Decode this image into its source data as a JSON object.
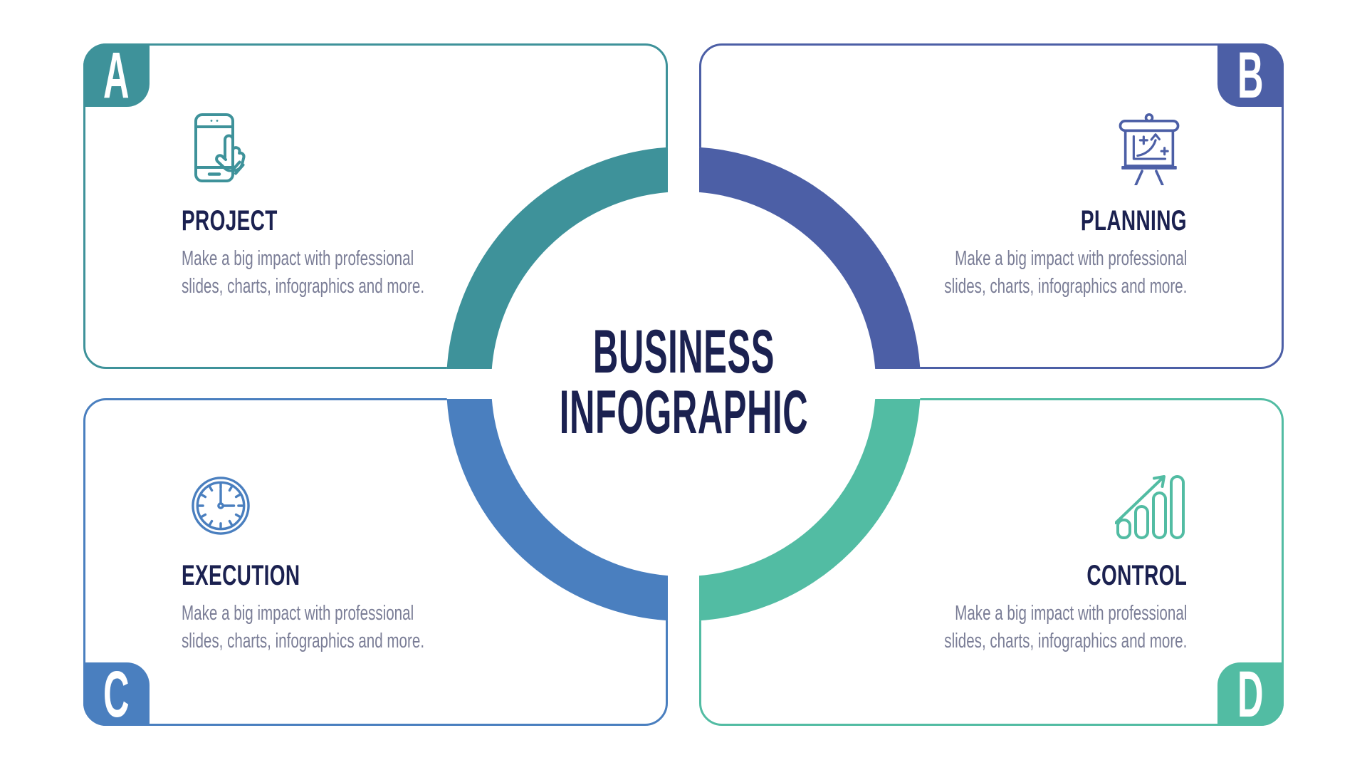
{
  "page": {
    "background_color": "#ffffff"
  },
  "center_title": {
    "line1": "BUSINESS",
    "line2": "INFOGRAPHIC",
    "color": "#1B2150"
  },
  "ring": {
    "segment_colors": {
      "top_left": "#3E929A",
      "top_right": "#4C5FA6",
      "bottom_left": "#4A7FBF",
      "bottom_right": "#52BCA3"
    }
  },
  "text_colors": {
    "card_title": "#1B2150",
    "card_description": "#7A7D96"
  },
  "cards": [
    {
      "letter": "A",
      "title": "PROJECT",
      "description_line1": "Make a big impact with professional",
      "description_line2": "slides, charts, infographics and more.",
      "accent_color": "#3E929A",
      "icon": "smartphone-tap-icon"
    },
    {
      "letter": "B",
      "title": "PLANNING",
      "description_line1": "Make a big impact with professional",
      "description_line2": "slides, charts, infographics and more.",
      "accent_color": "#4C5FA6",
      "icon": "presentation-easel-icon"
    },
    {
      "letter": "C",
      "title": "EXECUTION",
      "description_line1": "Make a big impact with professional",
      "description_line2": "slides, charts, infographics and more.",
      "accent_color": "#4A7FBF",
      "icon": "wall-clock-icon"
    },
    {
      "letter": "D",
      "title": "CONTROL",
      "description_line1": "Make a big impact with professional",
      "description_line2": "slides, charts, infographics and more.",
      "accent_color": "#52BCA3",
      "icon": "bar-chart-growth-icon"
    }
  ]
}
